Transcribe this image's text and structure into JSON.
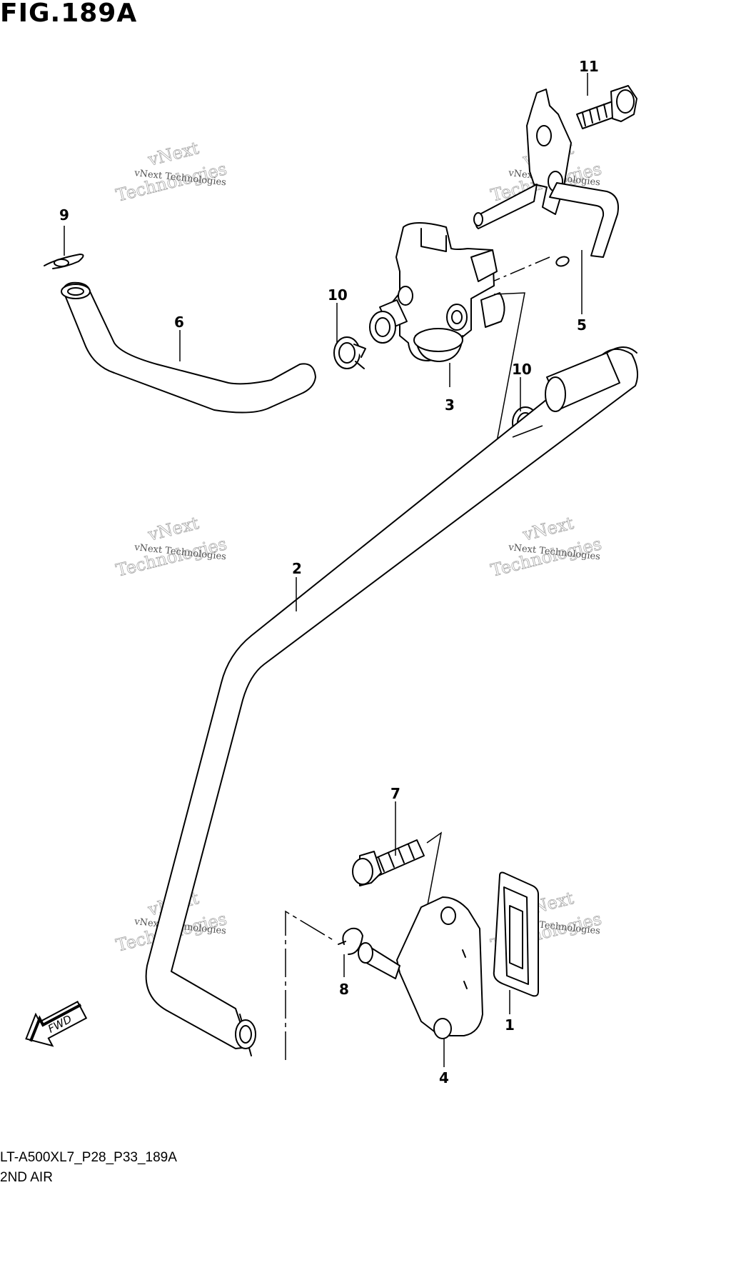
{
  "figure": {
    "title": "FIG.189A",
    "model_code": "LT-A500XL7_P28_P33_189A",
    "subtitle": "2ND AIR"
  },
  "watermark": {
    "text_small": "vNext Technologies",
    "text_big_line1": "vNext",
    "text_big_line2": "Technologies"
  },
  "parts": [
    {
      "id": "1",
      "label": "1"
    },
    {
      "id": "2",
      "label": "2"
    },
    {
      "id": "3",
      "label": "3"
    },
    {
      "id": "4",
      "label": "4"
    },
    {
      "id": "5",
      "label": "5"
    },
    {
      "id": "6",
      "label": "6"
    },
    {
      "id": "7",
      "label": "7"
    },
    {
      "id": "8",
      "label": "8"
    },
    {
      "id": "9",
      "label": "9"
    },
    {
      "id": "10a",
      "label": "10"
    },
    {
      "id": "10b",
      "label": "10"
    },
    {
      "id": "11",
      "label": "11"
    }
  ],
  "direction_badge": {
    "label": "FWD",
    "icon": "fwd-arrow-icon"
  }
}
